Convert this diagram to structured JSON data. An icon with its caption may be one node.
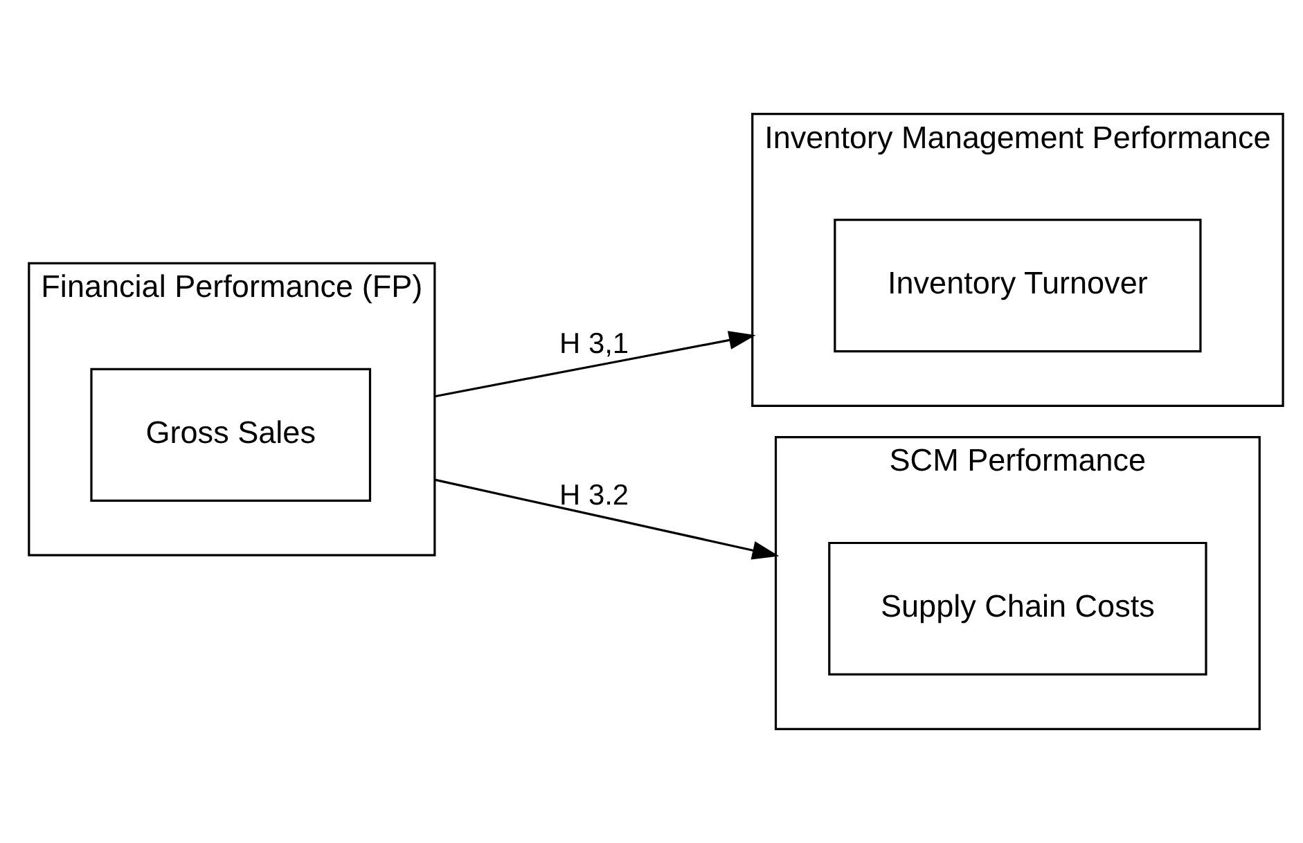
{
  "diagram": {
    "nodes": [
      {
        "text": [
          "Financial Performance (FP)"
        ]
      },
      {
        "text": [
          "Gross Sales"
        ],
        "in": 0
      },
      {
        "text": [
          "Inventory Management Performance"
        ]
      },
      {
        "text": [
          "Inventory Turnover"
        ],
        "in": 2
      },
      {
        "text": [
          "SCM Performance"
        ]
      },
      {
        "text": [
          "Supply Chain Costs"
        ],
        "in": 4
      }
    ],
    "edges": [
      {
        "from": 0,
        "to": 2,
        "arrow": "to",
        "label": "H 3,1"
      },
      {
        "from": 0,
        "to": 4,
        "arrow": "to",
        "label": "H 3.2"
      }
    ]
  }
}
